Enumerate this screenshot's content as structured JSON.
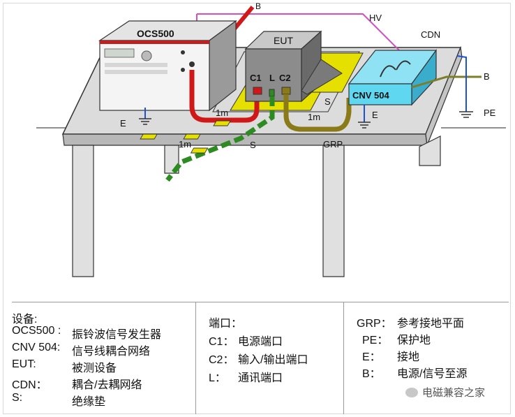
{
  "diagram": {
    "labels": {
      "ocs500": "OCS500",
      "eut": "EUT",
      "cdn": "CDN",
      "cnv504": "CNV 504",
      "hv": "HV",
      "b_top": "B",
      "b_right": "B",
      "pe": "PE",
      "e_left": "E",
      "e_right": "E",
      "c1": "C1",
      "l": "L",
      "c2": "C2",
      "s_eut": "S",
      "s_mat": "S",
      "grp": "GRP",
      "m1_red": "1m",
      "m1_olive": "1m",
      "m1_green": "1m"
    },
    "colors": {
      "red_cable": "#d01818",
      "olive_cable": "#8a7a18",
      "green_cable": "#2e8b22",
      "hv_line": "#d44fc0",
      "insulation": "#e6e000",
      "cnv": "#5fd7f0",
      "grounding": "#1e4fd8",
      "b_line": "#7d7d2a"
    }
  },
  "legend": {
    "col1": [
      {
        "term": "设备:",
        "desc": ""
      },
      {
        "term": "OCS500 :",
        "desc": "振铃波信号发生器"
      },
      {
        "term": "CNV 504:",
        "desc": "信号线耦合网络"
      },
      {
        "term": "EUT:",
        "desc": "被测设备"
      },
      {
        "term": "CDN：",
        "desc": "耦合/去耦网络"
      },
      {
        "term": "S:",
        "desc": "绝缘垫"
      }
    ],
    "col2": [
      {
        "term": "端口：",
        "desc": ""
      },
      {
        "term": "C1：",
        "desc": "电源端口"
      },
      {
        "term": "C2：",
        "desc": "输入/输出端口"
      },
      {
        "term": "L：",
        "desc": "通讯端口"
      }
    ],
    "col3": [
      {
        "term": "GRP：",
        "desc": "参考接地平面"
      },
      {
        "term": "PE：",
        "desc": "保护地"
      },
      {
        "term": "E：",
        "desc": "接地"
      },
      {
        "term": "B：",
        "desc": "电源/信号至源"
      }
    ]
  },
  "watermark": "电磁兼容之家"
}
